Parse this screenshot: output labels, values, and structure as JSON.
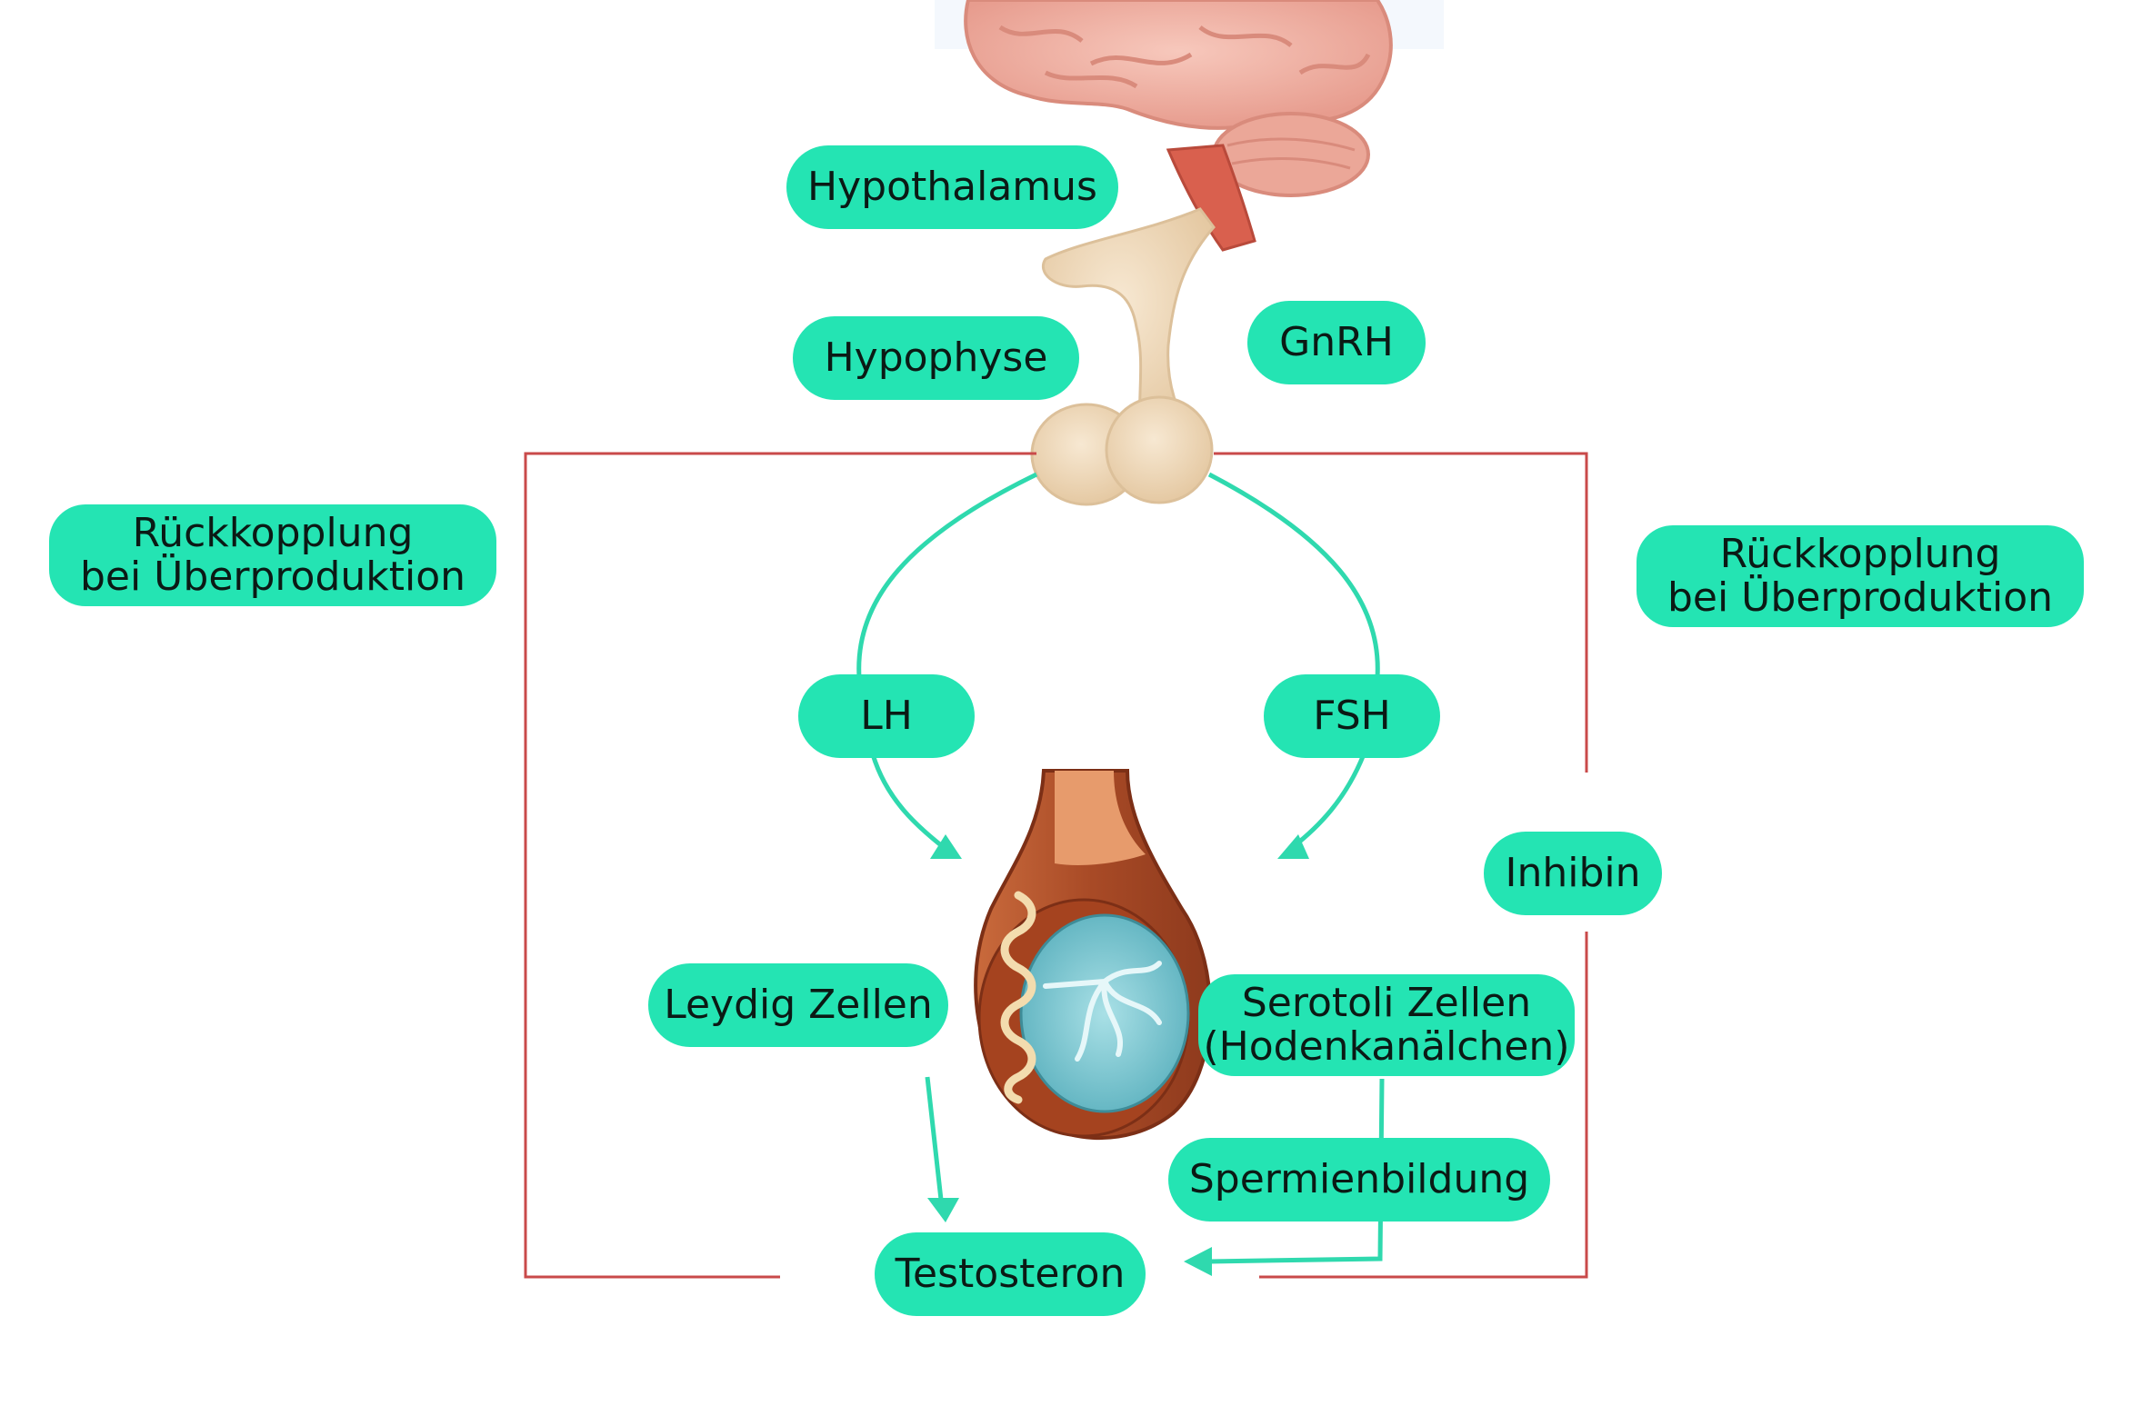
{
  "labels": {
    "hypothalamus": "Hypothalamus",
    "hypophyse": "Hypophyse",
    "gnrh": "GnRH",
    "feedback_left": "Rückkopplung\nbei Überproduktion",
    "feedback_right": "Rückkopplung\nbei Überproduktion",
    "lh": "LH",
    "fsh": "FSH",
    "inhibin": "Inhibin",
    "leydig": "Leydig Zellen",
    "sertoli": "Serotoli Zellen\n(Hodenkanälchen)",
    "spermienbildung": "Spermienbildung",
    "testosteron": "Testosteron"
  },
  "colors": {
    "pill": "#24e4b3",
    "arrow": "#2fd9ae",
    "feedback_line": "#c94a4a",
    "brain": "#f2b3a8",
    "pituitary": "#f0d9bb",
    "testis_outer": "#b6542f",
    "testis_inner": "#7cc6cf"
  }
}
